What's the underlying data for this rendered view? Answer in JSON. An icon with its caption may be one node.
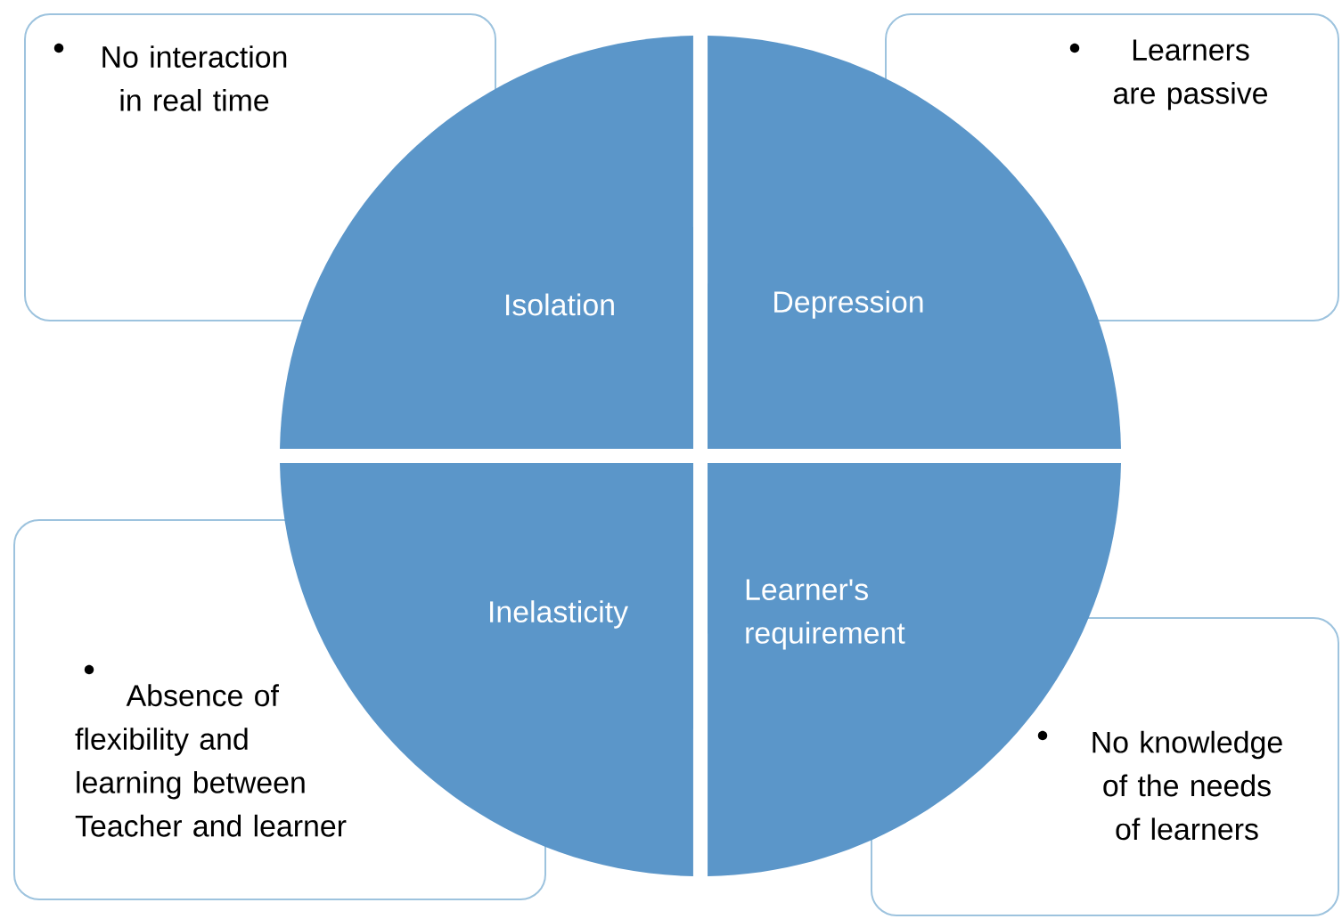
{
  "diagram": {
    "nodes": [
      {
        "text": [
          "No interaction in real time"
        ]
      },
      {
        "text": [
          "Learners are passive"
        ]
      },
      {
        "text": [
          "Isolation"
        ]
      },
      {
        "text": [
          "Depression"
        ]
      },
      {
        "text": [
          "Inelasticity"
        ]
      },
      {
        "text": [
          "Learner's requirement"
        ]
      },
      {
        "text": [
          "Absence of flexibility and learning between Teacher and learner"
        ]
      },
      {
        "text": [
          "No knowledge of the needs of learners"
        ]
      }
    ]
  }
}
